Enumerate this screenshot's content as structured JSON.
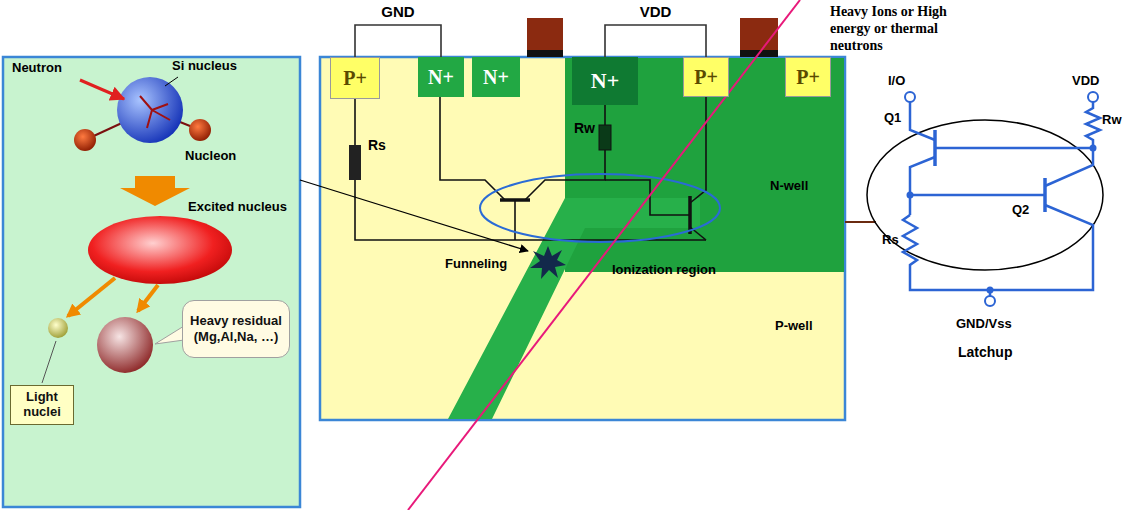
{
  "diagram": {
    "nodes": [
      {
        "text": [
          "Light nuclei"
        ]
      },
      {
        "text": [
          "Heavy residual (Mg,Al,Na, …)"
        ]
      },
      {
        "text": [
          "P+"
        ]
      },
      {
        "text": [
          "N+"
        ]
      },
      {
        "text": [
          "N+"
        ]
      },
      {
        "text": [
          "N+"
        ]
      },
      {
        "text": [
          "P+"
        ]
      },
      {
        "text": [
          "P+"
        ]
      }
    ],
    "edges": [
      {
        "from": 2,
        "to": 3,
        "label": "GND",
        "arrow": "none"
      },
      {
        "from": 5,
        "to": 6,
        "label": "VDD",
        "arrow": "none"
      }
    ],
    "labels": [
      "Neutron",
      "Si nucleus",
      "Nucleon",
      "Excited nucleus",
      "Funneling",
      "Ionization region",
      "N-well",
      "P-well",
      "Rs",
      "Rw",
      "Heavy Ions or High energy or thermal neutrons",
      "I/O",
      "VDD",
      "Rw",
      "Q1",
      "Q2",
      "Rs",
      "GND/Vss",
      "Latchup"
    ]
  }
}
